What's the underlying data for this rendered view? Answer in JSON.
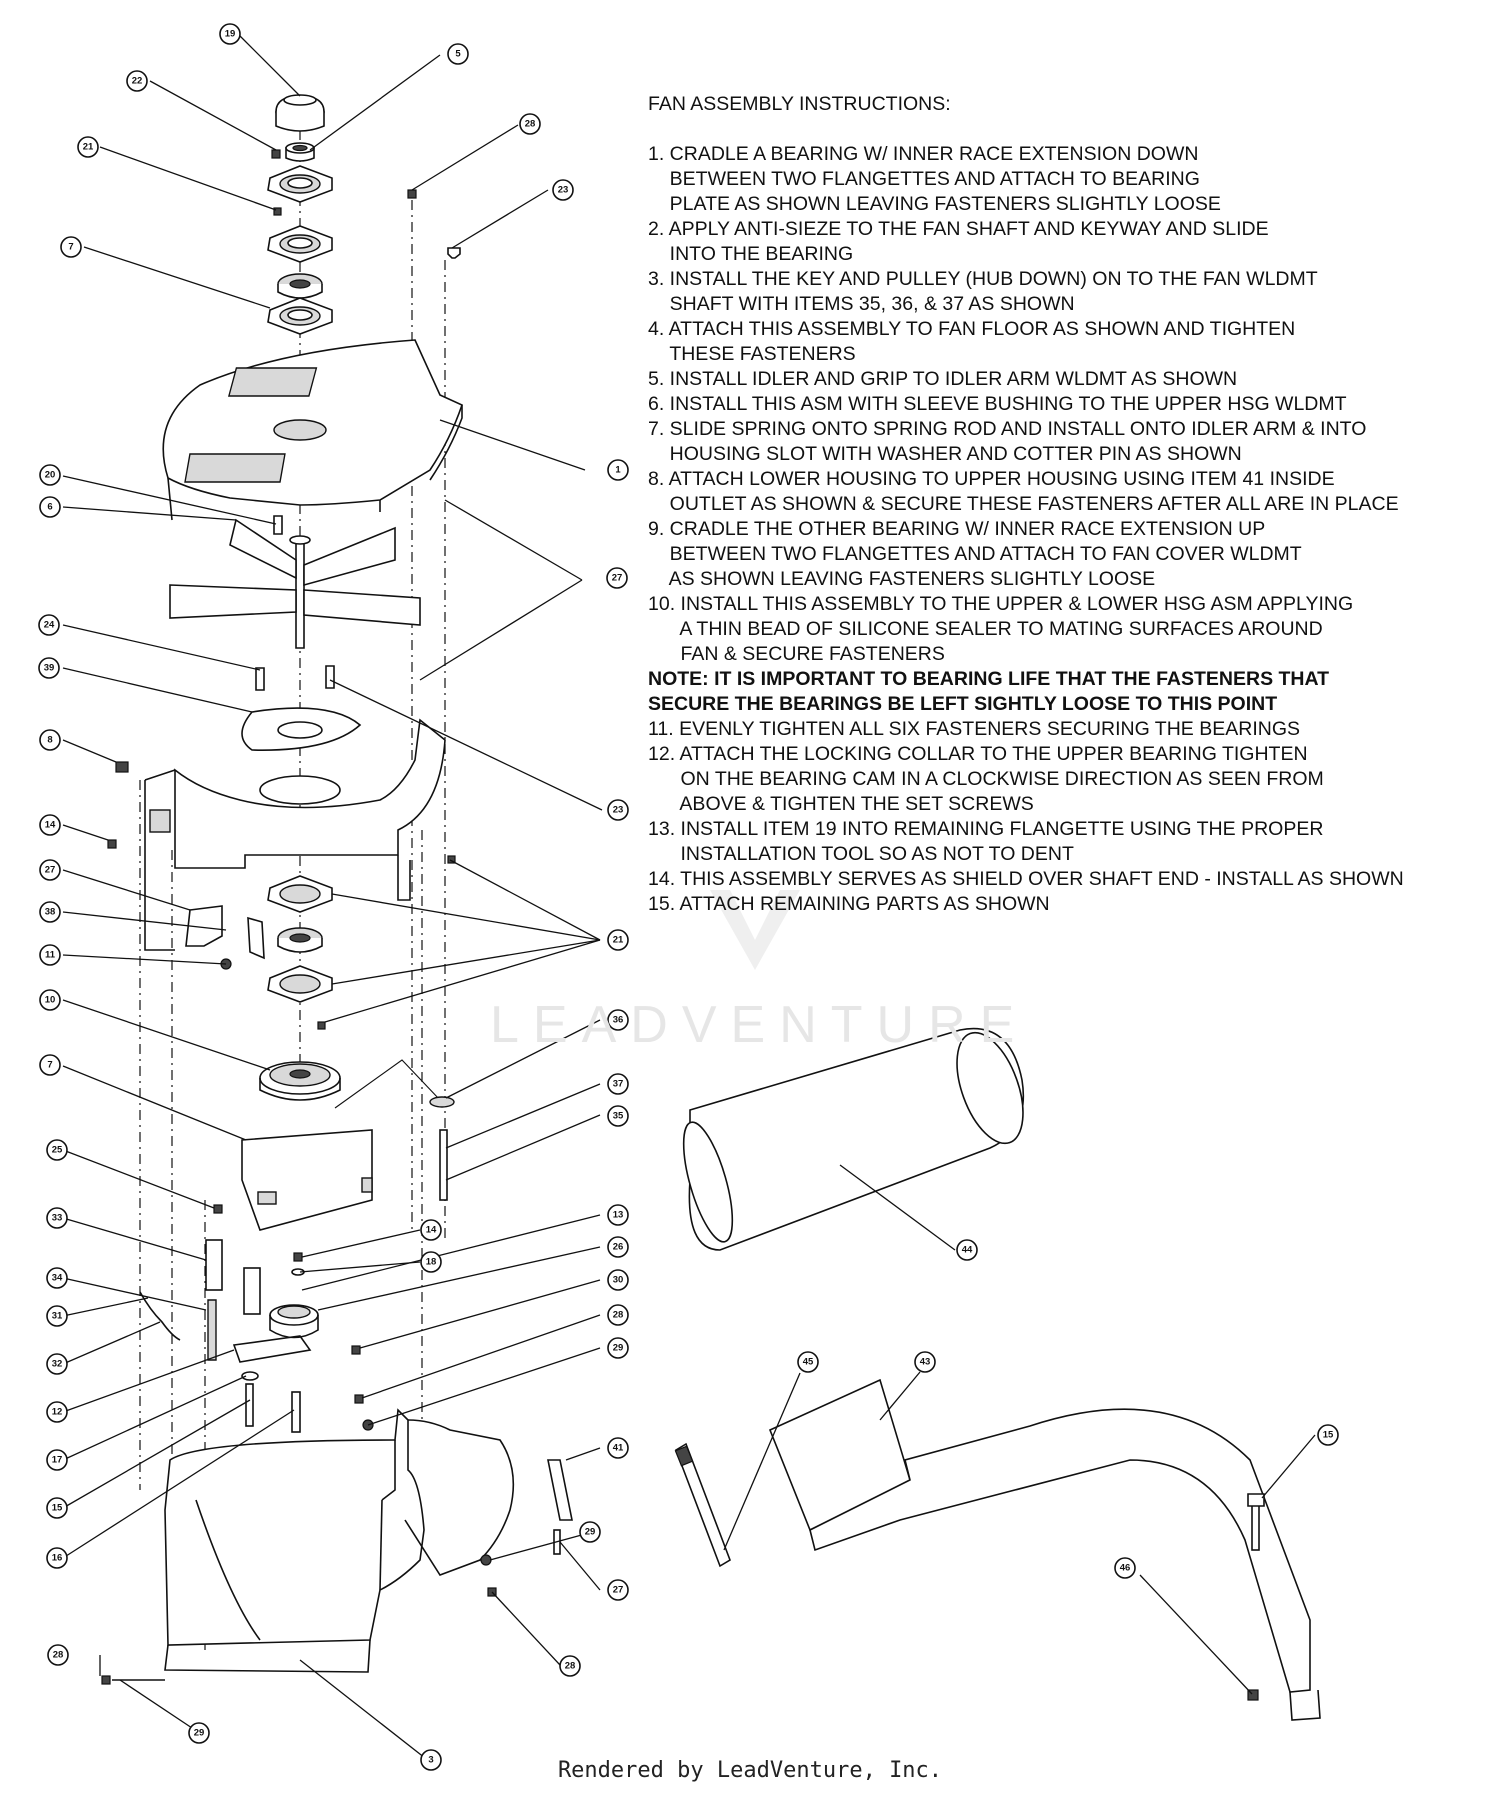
{
  "instructions": {
    "title": "FAN ASSEMBLY INSTRUCTIONS:",
    "lines": [
      {
        "text": "1. CRADLE A BEARING W/ INNER RACE EXTENSION DOWN",
        "bold": false
      },
      {
        "text": "    BETWEEN TWO FLANGETTES AND ATTACH TO BEARING",
        "bold": false
      },
      {
        "text": "    PLATE AS SHOWN LEAVING FASTENERS SLIGHTLY LOOSE",
        "bold": false
      },
      {
        "text": "2. APPLY ANTI-SIEZE TO THE FAN SHAFT AND KEYWAY AND SLIDE",
        "bold": false
      },
      {
        "text": "    INTO THE BEARING",
        "bold": false
      },
      {
        "text": "3. INSTALL THE KEY AND PULLEY (HUB DOWN) ON TO THE FAN WLDMT",
        "bold": false
      },
      {
        "text": "    SHAFT WITH ITEMS 35, 36, & 37 AS SHOWN",
        "bold": false
      },
      {
        "text": "4. ATTACH THIS ASSEMBLY TO FAN FLOOR AS SHOWN AND TIGHTEN",
        "bold": false
      },
      {
        "text": "    THESE FASTENERS",
        "bold": false
      },
      {
        "text": "5. INSTALL IDLER AND GRIP TO IDLER ARM WLDMT AS SHOWN",
        "bold": false
      },
      {
        "text": "6. INSTALL THIS ASM WITH SLEEVE BUSHING TO THE UPPER HSG WLDMT",
        "bold": false
      },
      {
        "text": "7. SLIDE SPRING ONTO SPRING ROD AND INSTALL ONTO IDLER ARM & INTO",
        "bold": false
      },
      {
        "text": "    HOUSING SLOT WITH WASHER AND COTTER PIN AS SHOWN",
        "bold": false
      },
      {
        "text": "8. ATTACH LOWER HOUSING TO UPPER HOUSING USING ITEM 41 INSIDE",
        "bold": false
      },
      {
        "text": "    OUTLET AS SHOWN & SECURE THESE FASTENERS AFTER ALL ARE IN PLACE",
        "bold": false
      },
      {
        "text": "9. CRADLE THE OTHER BEARING W/ INNER RACE EXTENSION UP",
        "bold": false
      },
      {
        "text": "    BETWEEN TWO FLANGETTES AND ATTACH TO FAN COVER WLDMT",
        "bold": false
      },
      {
        "text": "    AS SHOWN LEAVING FASTENERS SLIGHTLY LOOSE",
        "bold": false
      },
      {
        "text": "10. INSTALL THIS ASSEMBLY TO THE UPPER & LOWER HSG ASM APPLYING",
        "bold": false
      },
      {
        "text": "      A THIN BEAD OF SILICONE SEALER TO MATING SURFACES AROUND",
        "bold": false
      },
      {
        "text": "      FAN & SECURE FASTENERS",
        "bold": false
      },
      {
        "text": "NOTE: IT IS IMPORTANT TO BEARING LIFE THAT THE FASTENERS THAT",
        "bold": true
      },
      {
        "text": "SECURE THE BEARINGS BE LEFT SIGHTLY LOOSE TO THIS POINT",
        "bold": true
      },
      {
        "text": "11. EVENLY TIGHTEN ALL SIX FASTENERS SECURING THE BEARINGS",
        "bold": false
      },
      {
        "text": "12. ATTACH THE LOCKING COLLAR TO THE UPPER BEARING TIGHTEN",
        "bold": false
      },
      {
        "text": "      ON THE BEARING CAM IN A CLOCKWISE DIRECTION AS SEEN FROM",
        "bold": false
      },
      {
        "text": "      ABOVE & TIGHTEN THE SET SCREWS",
        "bold": false
      },
      {
        "text": "13. INSTALL ITEM 19 INTO REMAINING FLANGETTE USING THE PROPER",
        "bold": false
      },
      {
        "text": "      INSTALLATION TOOL SO AS NOT TO DENT",
        "bold": false
      },
      {
        "text": "14. THIS ASSEMBLY SERVES AS SHIELD OVER SHAFT END - INSTALL AS SHOWN",
        "bold": false
      },
      {
        "text": "15. ATTACH REMAINING PARTS AS SHOWN",
        "bold": false
      }
    ]
  },
  "callouts": [
    "19",
    "5",
    "22",
    "21",
    "7",
    "28",
    "23",
    "1",
    "20",
    "6",
    "27",
    "24",
    "39",
    "23",
    "8",
    "14",
    "27",
    "38",
    "11",
    "21",
    "10",
    "36",
    "37",
    "35",
    "7",
    "25",
    "33",
    "14",
    "18",
    "13",
    "26",
    "34",
    "30",
    "31",
    "32",
    "28",
    "29",
    "12",
    "17",
    "15",
    "16",
    "41",
    "27",
    "29",
    "28",
    "28",
    "29",
    "3",
    "44",
    "45",
    "43",
    "15",
    "46"
  ],
  "watermark": "LEADVENTURE",
  "footer": "Rendered by LeadVenture, Inc."
}
